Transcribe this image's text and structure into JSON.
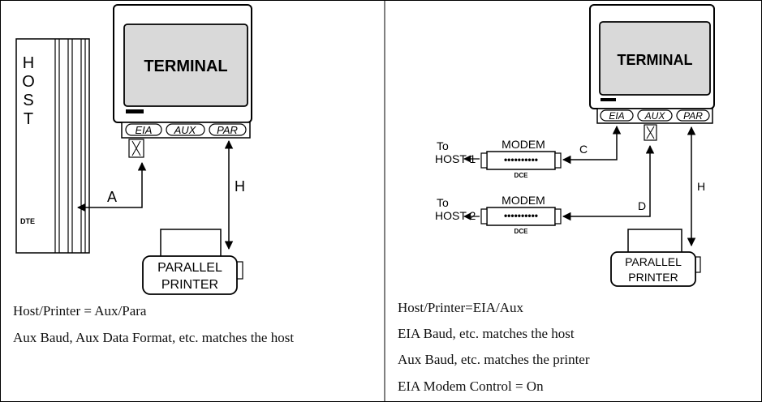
{
  "left": {
    "host_letters": [
      "H",
      "O",
      "S",
      "T"
    ],
    "host_tag": "DTE",
    "terminal": "TERMINAL",
    "ports": {
      "eia": "EIA",
      "aux": "AUX",
      "par": "PAR"
    },
    "line_a": "A",
    "line_h": "H",
    "printer": [
      "PARALLEL",
      "PRINTER"
    ],
    "caption1": "Host/Printer = Aux/Para",
    "caption2": "Aux Baud, Aux Data Format, etc. matches the host"
  },
  "right": {
    "terminal": "TERMINAL",
    "ports": {
      "eia": "EIA",
      "aux": "AUX",
      "par": "PAR"
    },
    "modem1": {
      "title": "MODEM",
      "tag": "DCE",
      "to": "To",
      "host": "HOST 1",
      "line": "C"
    },
    "modem2": {
      "title": "MODEM",
      "tag": "DCE",
      "to": "To",
      "host": "HOST 2",
      "line": "D"
    },
    "line_h": "H",
    "printer": [
      "PARALLEL",
      "PRINTER"
    ],
    "caption1": "Host/Printer=EIA/Aux",
    "caption2": "EIA Baud, etc. matches the host",
    "caption3": "Aux Baud, etc. matches the printer",
    "caption4": "EIA Modem Control = On"
  }
}
